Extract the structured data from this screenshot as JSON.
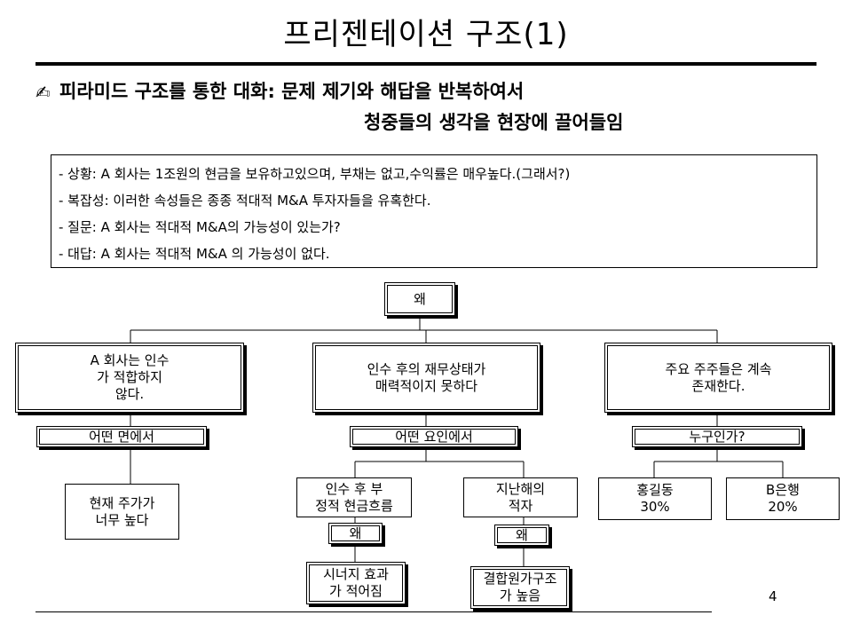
{
  "title": "프리젠테이션 구조(1)",
  "subtitle": {
    "icon": "✍",
    "line1": "피라미드 구조를 통한 대화: 문제 제기와 해답을 반복하여서",
    "line2": "청중들의 생각을 현장에 끌어들임"
  },
  "bullets": [
    "- 상황: A 회사는 1조원의 현금을 보유하고있으며, 부채는 없고,수익률은 매우높다.(그래서?)",
    "- 복잡성: 이러한 속성들은 종종 적대적 M&A 투자자들을 유혹한다.",
    "- 질문: A 회사는 적대적 M&A의 가능성이 있는가?",
    "- 대답: A 회사는 적대적 M&A 의 가능성이 없다."
  ],
  "tree": {
    "root": "왜",
    "level1": [
      "A 회사는  인수\n가  적합하지\n않다.",
      "인수 후의 재무상태가\n매력적이지 못하다",
      "주요 주주들은 계속\n존재한다."
    ],
    "questions": [
      "어떤 면에서",
      "어떤 요인에서",
      "누구인가?"
    ],
    "level2": {
      "left": "현재 주가가\n너무 높다",
      "mid_a": "인수 후  부\n정적 현금흐름",
      "mid_b": "지난해의\n적자",
      "right_a": "홍길동\n30%",
      "right_b": "B은행\n20%"
    },
    "why_labels": [
      "왜",
      "왜"
    ],
    "level3": [
      "시너지 효과\n가 적어짐",
      "결합원가구조\n가 높음"
    ]
  },
  "page_number": "4"
}
